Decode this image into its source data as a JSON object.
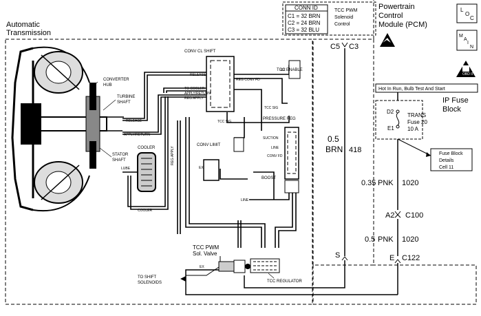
{
  "title": {
    "line1": "Automatic",
    "line2": "Transmission"
  },
  "pcm": {
    "line1": "Powertrain",
    "line2": "Control",
    "line3": "Module (PCM)"
  },
  "conn_id": {
    "header": "CONN ID",
    "rows": [
      "C1 = 32 BRN",
      "C2 = 24 BRN",
      "C3 = 32 BLU"
    ],
    "tcc_label": [
      "TCC PWM",
      "Solenoid",
      "Control"
    ]
  },
  "pcm_pins": {
    "c5": "C5",
    "c3": "C3",
    "s": "S",
    "e": "E",
    "c122": "C122"
  },
  "icons": {
    "loc": "LOC",
    "main": "MAIN",
    "esd": "esd-warning-icon",
    "obd": "OBD II"
  },
  "fuse": {
    "hot_label": "Hot In Run, Bulb Test And Start",
    "block_name": [
      "IP Fuse",
      "Block"
    ],
    "d2": "D2",
    "e1": "E1",
    "trans": [
      "TRANS",
      "Fuse 20",
      "10 A"
    ],
    "details": [
      "Fuse Block",
      "Details",
      "Cell 11"
    ]
  },
  "wires": [
    {
      "size": "0.5",
      "color": "BRN",
      "circuit": "418"
    },
    {
      "size": "0.35",
      "color": "PNK",
      "circuit": "1020"
    },
    {
      "size": "0.5",
      "color": "PNK",
      "circuit": "1020"
    }
  ],
  "c100": {
    "pin": "A2",
    "conn": "C100"
  },
  "hydraulic_labels": {
    "converter_hub": [
      "CONVERTER",
      "HUB"
    ],
    "turbine_shaft": [
      "TURBINE",
      "SHAFT"
    ],
    "stator_shaft": [
      "STATOR",
      "SHAFT"
    ],
    "release": "RELEASE",
    "apply_return": "APPLY/RETURN",
    "cooler": "COOLER",
    "cooler_bottom": "COOLER",
    "lube": "LUBE",
    "conv_cl_shift": "CONV CL SHIFT",
    "to_cooler": "TO COOLER",
    "apply_return2": "APPLY/RETURN",
    "reg_apply": "REG APPLY",
    "release2": "RELEASE",
    "reg_conv_fd": "REG CONV FD",
    "tcc_enable": "TCC ENABLE",
    "tcc_sig": "TCC SIG",
    "conv_limit": "CONV LIMIT",
    "pressure_reg": "PRESSURE REG",
    "suction": "SUCTION",
    "line": "LINE",
    "conv_fd": "CONV FD",
    "boost": "BOOST",
    "line2": "LINE",
    "reg_apply_v": "REG APPLY",
    "tcc_pwm": [
      "TCC PWM",
      "Sol. Valve"
    ],
    "to_shift": [
      "TO SHIFT",
      "SOLENOIDS"
    ],
    "tcc_regulator": "TCC REGULATOR",
    "ex": "EX"
  }
}
